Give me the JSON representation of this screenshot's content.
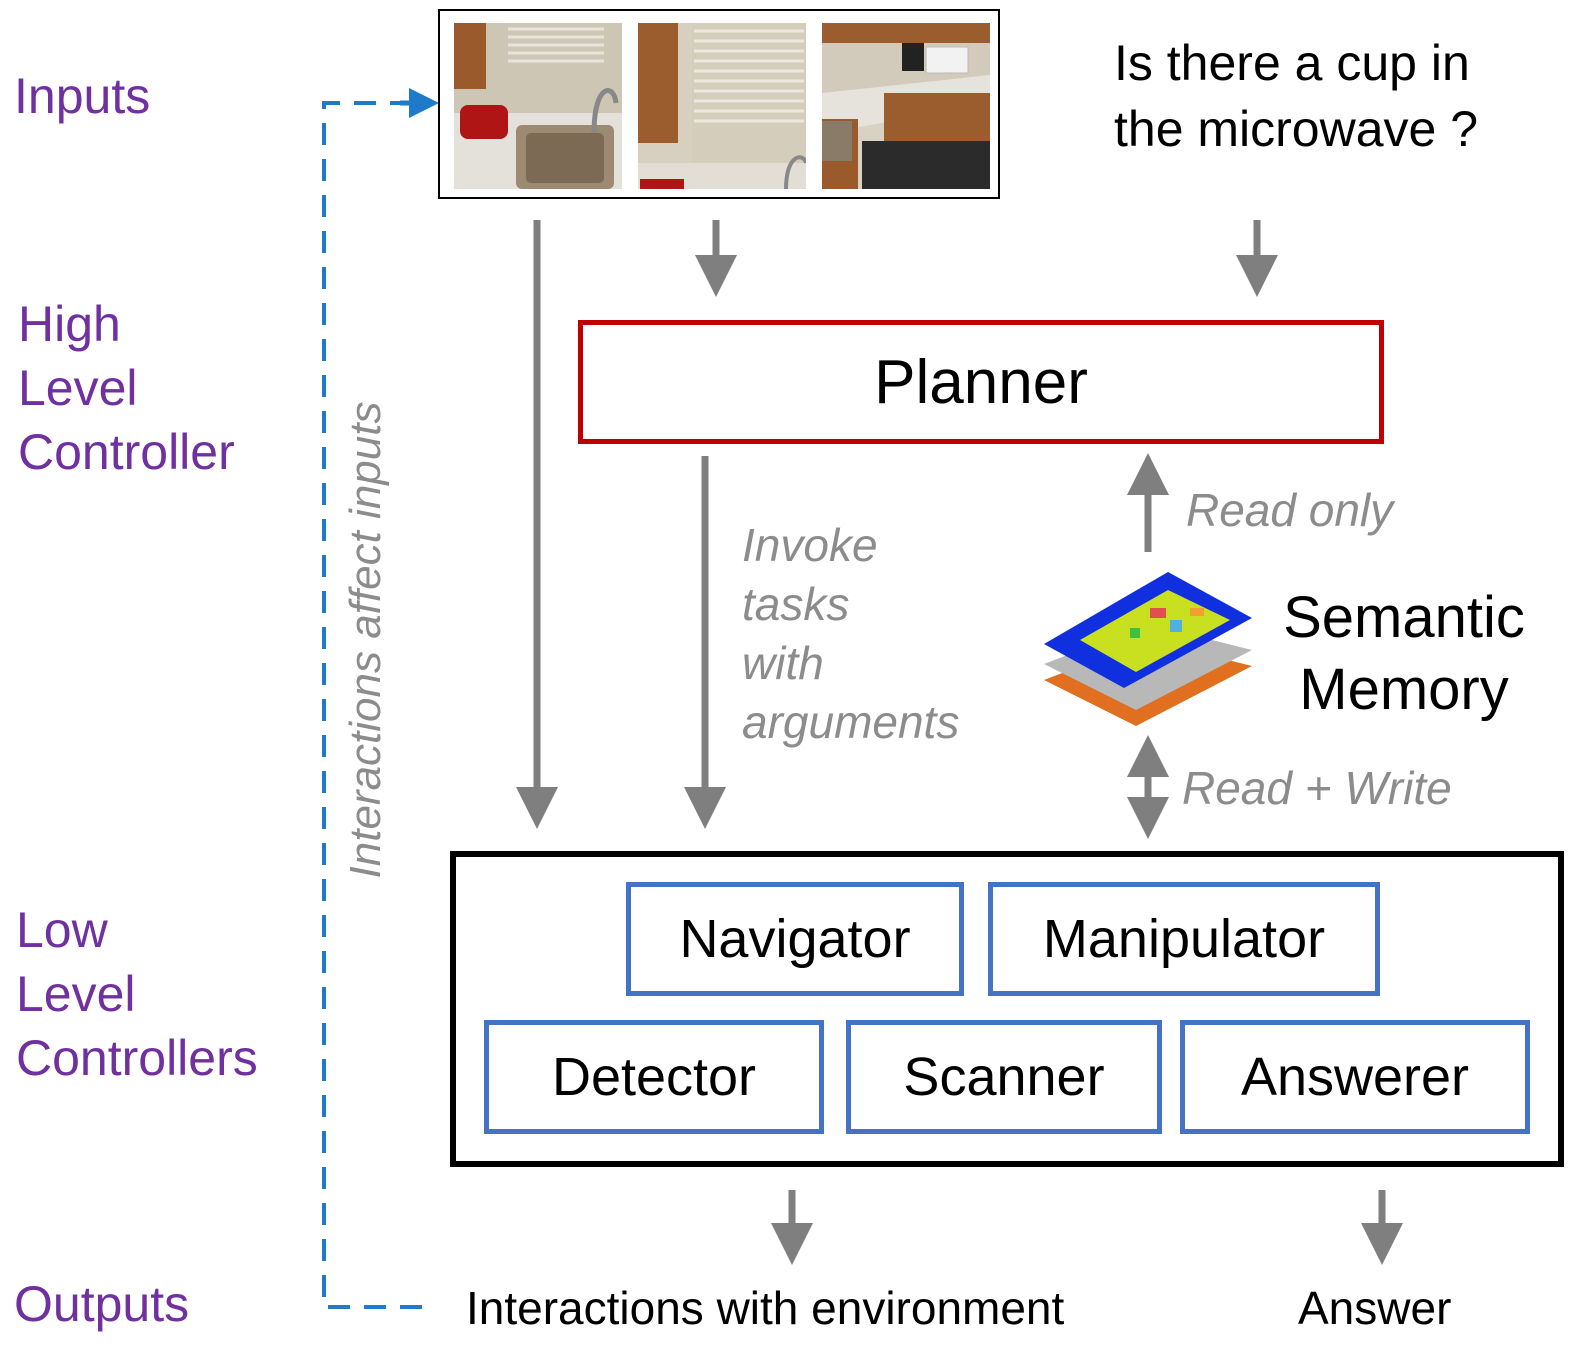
{
  "row_labels": {
    "inputs": "Inputs",
    "high_level": "High\nLevel\nController",
    "low_level": "Low\nLevel\nControllers",
    "outputs": "Outputs"
  },
  "question": "Is there a cup in\nthe microwave ?",
  "feedback_label": "Interactions affect inputs",
  "planner": "Planner",
  "invoke_label": "Invoke\ntasks\nwith\narguments",
  "read_only": "Read only",
  "semantic_memory": "Semantic\nMemory",
  "read_write": "Read + Write",
  "modules": {
    "navigator": "Navigator",
    "manipulator": "Manipulator",
    "detector": "Detector",
    "scanner": "Scanner",
    "answerer": "Answerer"
  },
  "outputs": {
    "interactions": "Interactions with environment",
    "answer": "Answer"
  },
  "colors": {
    "purple_labels": "#7030a0",
    "planner_border": "#c00000",
    "module_border": "#4472c4",
    "arrow_gray": "#7f7f7f",
    "feedback_blue": "#1f7ac9"
  }
}
